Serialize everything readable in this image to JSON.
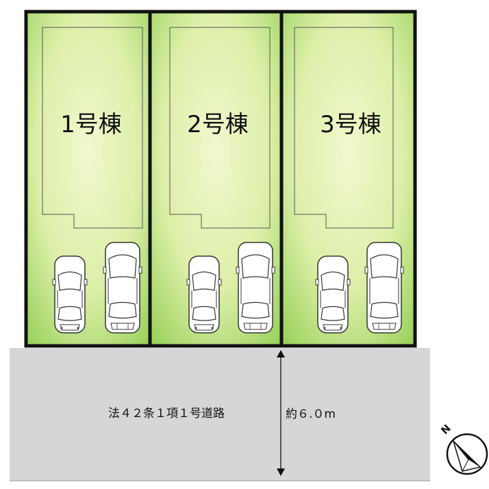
{
  "lots": [
    {
      "label": "1号棟"
    },
    {
      "label": "2号棟"
    },
    {
      "label": "3号棟"
    }
  ],
  "road": {
    "label": "法４２条１項１号道路",
    "width_label": "約６.０m"
  },
  "compass": {
    "label": "N"
  },
  "colors": {
    "lot_fill_center": "#eef6c6",
    "lot_fill_edge": "#9cd35a",
    "lot_border": "#111111",
    "road_fill": "#d6d6d6",
    "car_body": "#ffffff",
    "car_line": "#333333"
  }
}
